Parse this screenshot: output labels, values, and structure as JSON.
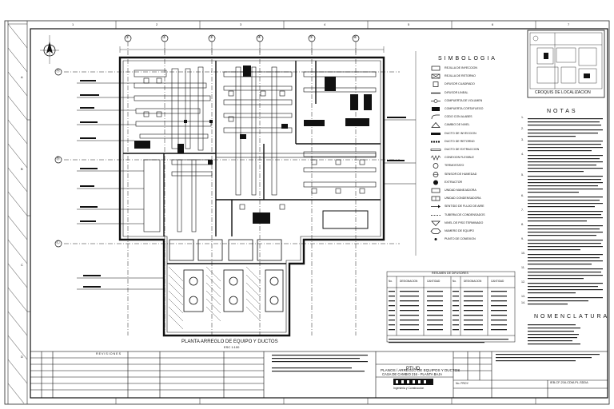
{
  "plan": {
    "title": "PLANTA ARREGLO DE EQUIPO Y DUCTOS",
    "scale_note": "ESC 1:100"
  },
  "grid_columns": [
    "①",
    "②",
    "③",
    "④",
    "⑤",
    "⑥"
  ],
  "grid_rows": [
    "Ⓐ",
    "Ⓑ",
    "Ⓒ"
  ],
  "border_rows": [
    "A",
    "B",
    "C",
    "D"
  ],
  "border_cols": [
    "1",
    "2",
    "3",
    "4",
    "5",
    "6",
    "7"
  ],
  "legend": {
    "title": "SIMBOLOGIA",
    "items": [
      "REJILLA DE INYECCION",
      "REJILLA DE RETORNO",
      "DIFUSOR CUADRADO",
      "DIFUSOR LINEAL",
      "COMPUERTA DE VOLUMEN",
      "COMPUERTA CORTAFUEGO",
      "CODO CON ALABES",
      "CAMBIO DE NIVEL",
      "DUCTO DE INYECCION",
      "DUCTO DE RETORNO",
      "DUCTO DE EXTRACCION",
      "CONEXION FLEXIBLE",
      "TERMOSTATO",
      "SENSOR DE HUMEDAD",
      "EXTRACTOR",
      "UNIDAD MANEJADORA",
      "UNIDAD CONDENSADORA",
      "SENTIDO DE FLUJO DE AIRE",
      "TUBERIA DE CONDENSADOS",
      "NIVEL DE PISO TERMINADO",
      "NUMERO DE EQUIPO",
      "PUNTO DE CONEXION"
    ]
  },
  "location": {
    "title": "CROQUIS DE LOCALIZACION"
  },
  "notes": {
    "title": "NOTAS",
    "items": [
      "1.",
      "2.",
      "3.",
      "4.",
      "5.",
      "6.",
      "7.",
      "8.",
      "9.",
      "10.",
      "11.",
      "12.",
      "13.",
      "14."
    ]
  },
  "nomenclature": {
    "title": "NOMENCLATURA"
  },
  "schedule": {
    "title": "RESUMEN DE DIFUSORES",
    "columns": [
      "No.",
      "DESIGNACION",
      "CANTIDAD"
    ]
  },
  "title_block": {
    "project_code": "PTI-ID",
    "drawing_title_1": "PLANOS / ARREGLO DE EQUIPOS Y DUCTOS",
    "drawing_title_2": "CASA DE CAMBIO 216 - PLANTA BAJA",
    "company": "TECNIGRAM",
    "company_sub": "Ingenieria y Construccion",
    "project_label": "No. PROY.",
    "drawing_no": "IEB-CF-216-CDM-PL-SDDA",
    "revision_header": "REVISIONES"
  },
  "colors": {
    "line": "#111111",
    "paper": "#ffffff",
    "hatch": "#333333"
  }
}
